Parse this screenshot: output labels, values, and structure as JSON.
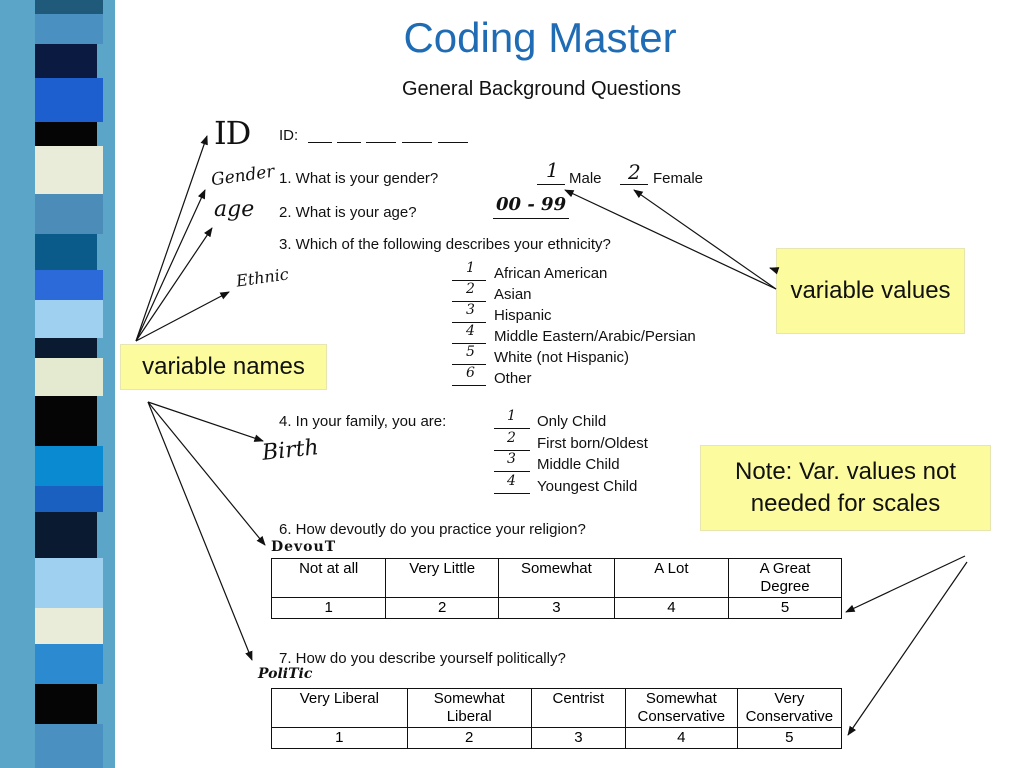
{
  "title": "Coding Master",
  "subtitle": "General Background Questions",
  "id_label": "ID:",
  "handwriting": {
    "id": "ID",
    "gender": "Gender",
    "age": "age",
    "ethnic": "Ethnic",
    "birth": "Birth",
    "devout": "DevouT",
    "politic": "PoliTic",
    "age_range": "00 - 99"
  },
  "q1": {
    "text": "1.  What is your gender?",
    "opts": [
      {
        "code": "1",
        "label": "Male"
      },
      {
        "code": "2",
        "label": "Female"
      }
    ]
  },
  "q2": {
    "text": "2.  What is your age?"
  },
  "q3": {
    "text": "3.  Which of the following describes your ethnicity?",
    "opts": [
      {
        "code": "1",
        "label": "African American"
      },
      {
        "code": "2",
        "label": "Asian"
      },
      {
        "code": "3",
        "label": "Hispanic"
      },
      {
        "code": "4",
        "label": "Middle Eastern/Arabic/Persian"
      },
      {
        "code": "5",
        "label": "White (not Hispanic)"
      },
      {
        "code": "6",
        "label": "Other"
      }
    ]
  },
  "q4": {
    "text": "4.  In your family, you are:",
    "opts": [
      {
        "code": "1",
        "label": "Only Child"
      },
      {
        "code": "2",
        "label": "First born/Oldest"
      },
      {
        "code": "3",
        "label": "Middle Child"
      },
      {
        "code": "4",
        "label": "Youngest Child"
      }
    ]
  },
  "q6": {
    "text": "6.  How devoutly do you practice your religion?",
    "headers": [
      "Not at all",
      "Very Little",
      "Somewhat",
      "A Lot",
      "A Great Degree"
    ],
    "values": [
      "1",
      "2",
      "3",
      "4",
      "5"
    ]
  },
  "q7": {
    "text": "7.  How do you describe yourself politically?",
    "headers": [
      "Very Liberal",
      "Somewhat Liberal",
      "Centrist",
      "Somewhat Conservative",
      "Very Conservative"
    ],
    "values": [
      "1",
      "2",
      "3",
      "4",
      "5"
    ]
  },
  "callouts": {
    "variable_values": "variable values",
    "variable_names": "variable names",
    "note": "Note: Var. values not needed for scales"
  }
}
